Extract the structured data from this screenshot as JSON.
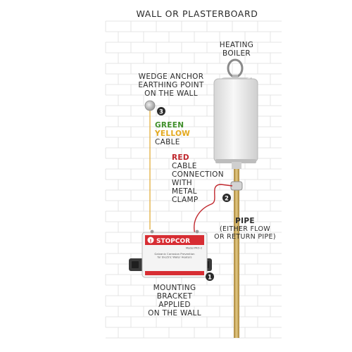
{
  "title": "WALL OR PLASTERBOARD",
  "boiler_label": [
    "HEATING",
    "BOILER"
  ],
  "anchor_label": [
    "WEDGE ANCHOR",
    "EARTHING POINT",
    "ON THE WALL"
  ],
  "cable_green": "GREEN",
  "cable_yellow": "YELLOW",
  "cable_word": "CABLE",
  "red_label": "RED",
  "connection_label": [
    "CABLE",
    "CONNECTION",
    "WITH",
    "METAL",
    "CLAMP"
  ],
  "pipe_label": "PIPE",
  "pipe_sublabel": [
    "(EITHER FLOW",
    "OR RETURN PIPE)"
  ],
  "mounting_label": [
    "MOUNTING",
    "BRACKET",
    "APPLIED",
    "ON THE WALL"
  ],
  "device": {
    "brand": "STOPCOR",
    "model": "Model PRO-2",
    "desc": [
      "Galvanic Corrosion Prevention",
      "for Electric Water Heaters"
    ],
    "warning": "!"
  },
  "markers": {
    "one": "1",
    "two": "2",
    "three": "3"
  },
  "colors": {
    "wall_line": "#d7d7d7",
    "green": "#3f8f2a",
    "yellow": "#e3a81c",
    "red": "#c0272d",
    "pipe": "#c9a95a",
    "earth_wire": "#e2ad3c",
    "text": "#2b2b2b"
  }
}
